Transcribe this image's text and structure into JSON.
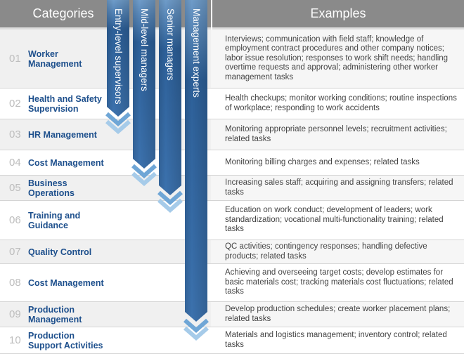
{
  "header": {
    "categories": "Categories",
    "examples": "Examples"
  },
  "rows": [
    {
      "num": "01",
      "category": "Worker Management",
      "example": "Interviews; communication with field staff; knowledge of employment contract procedures and other company notices; labor issue resolution; responses to work shift needs; handling overtime requests and approval; administering other worker management tasks"
    },
    {
      "num": "02",
      "category": "Health and Safety Supervision",
      "example": "Health checkups; monitor working conditions; routine inspections of workplace; responding to work accidents"
    },
    {
      "num": "03",
      "category": "HR Management",
      "example": "Monitoring appropriate personnel levels; recruitment activities; related tasks"
    },
    {
      "num": "04",
      "category": "Cost Management",
      "example": "Monitoring billing charges and expenses; related tasks"
    },
    {
      "num": "05",
      "category": "Business Operations",
      "example": "Increasing sales staff; acquiring and assigning transfers; related tasks"
    },
    {
      "num": "06",
      "category": "Training and Guidance",
      "example": "Education on work conduct; development of leaders; work standardization; vocational multi-functionality training; related tasks"
    },
    {
      "num": "07",
      "category": "Quality Control",
      "example": "QC activities; contingency responses; handling defective products; related tasks"
    },
    {
      "num": "08",
      "category": "Cost Management",
      "example": "Achieving and overseeing target costs; develop estimates for basic materials cost; tracking materials cost fluctuations; related tasks"
    },
    {
      "num": "09",
      "category": "Production Management",
      "example": "Develop production schedules; create worker placement plans; related tasks"
    },
    {
      "num": "10",
      "category": "Production Support Activities",
      "example": "Materials and logistics management; inventory control; related tasks"
    }
  ],
  "arrows": [
    {
      "label": "Entry-level supervisors",
      "extends_to_row": "03"
    },
    {
      "label": "Mid-level managers",
      "extends_to_row": "04"
    },
    {
      "label": "Senior managers",
      "extends_to_row": "05"
    },
    {
      "label": "Management experts",
      "extends_to_row": "10"
    }
  ],
  "colors": {
    "header_bg": "#8a8a8a",
    "category_text": "#1d4f8c",
    "arrow_dark": "#2d6099",
    "arrow_light": "#7bafd8"
  }
}
